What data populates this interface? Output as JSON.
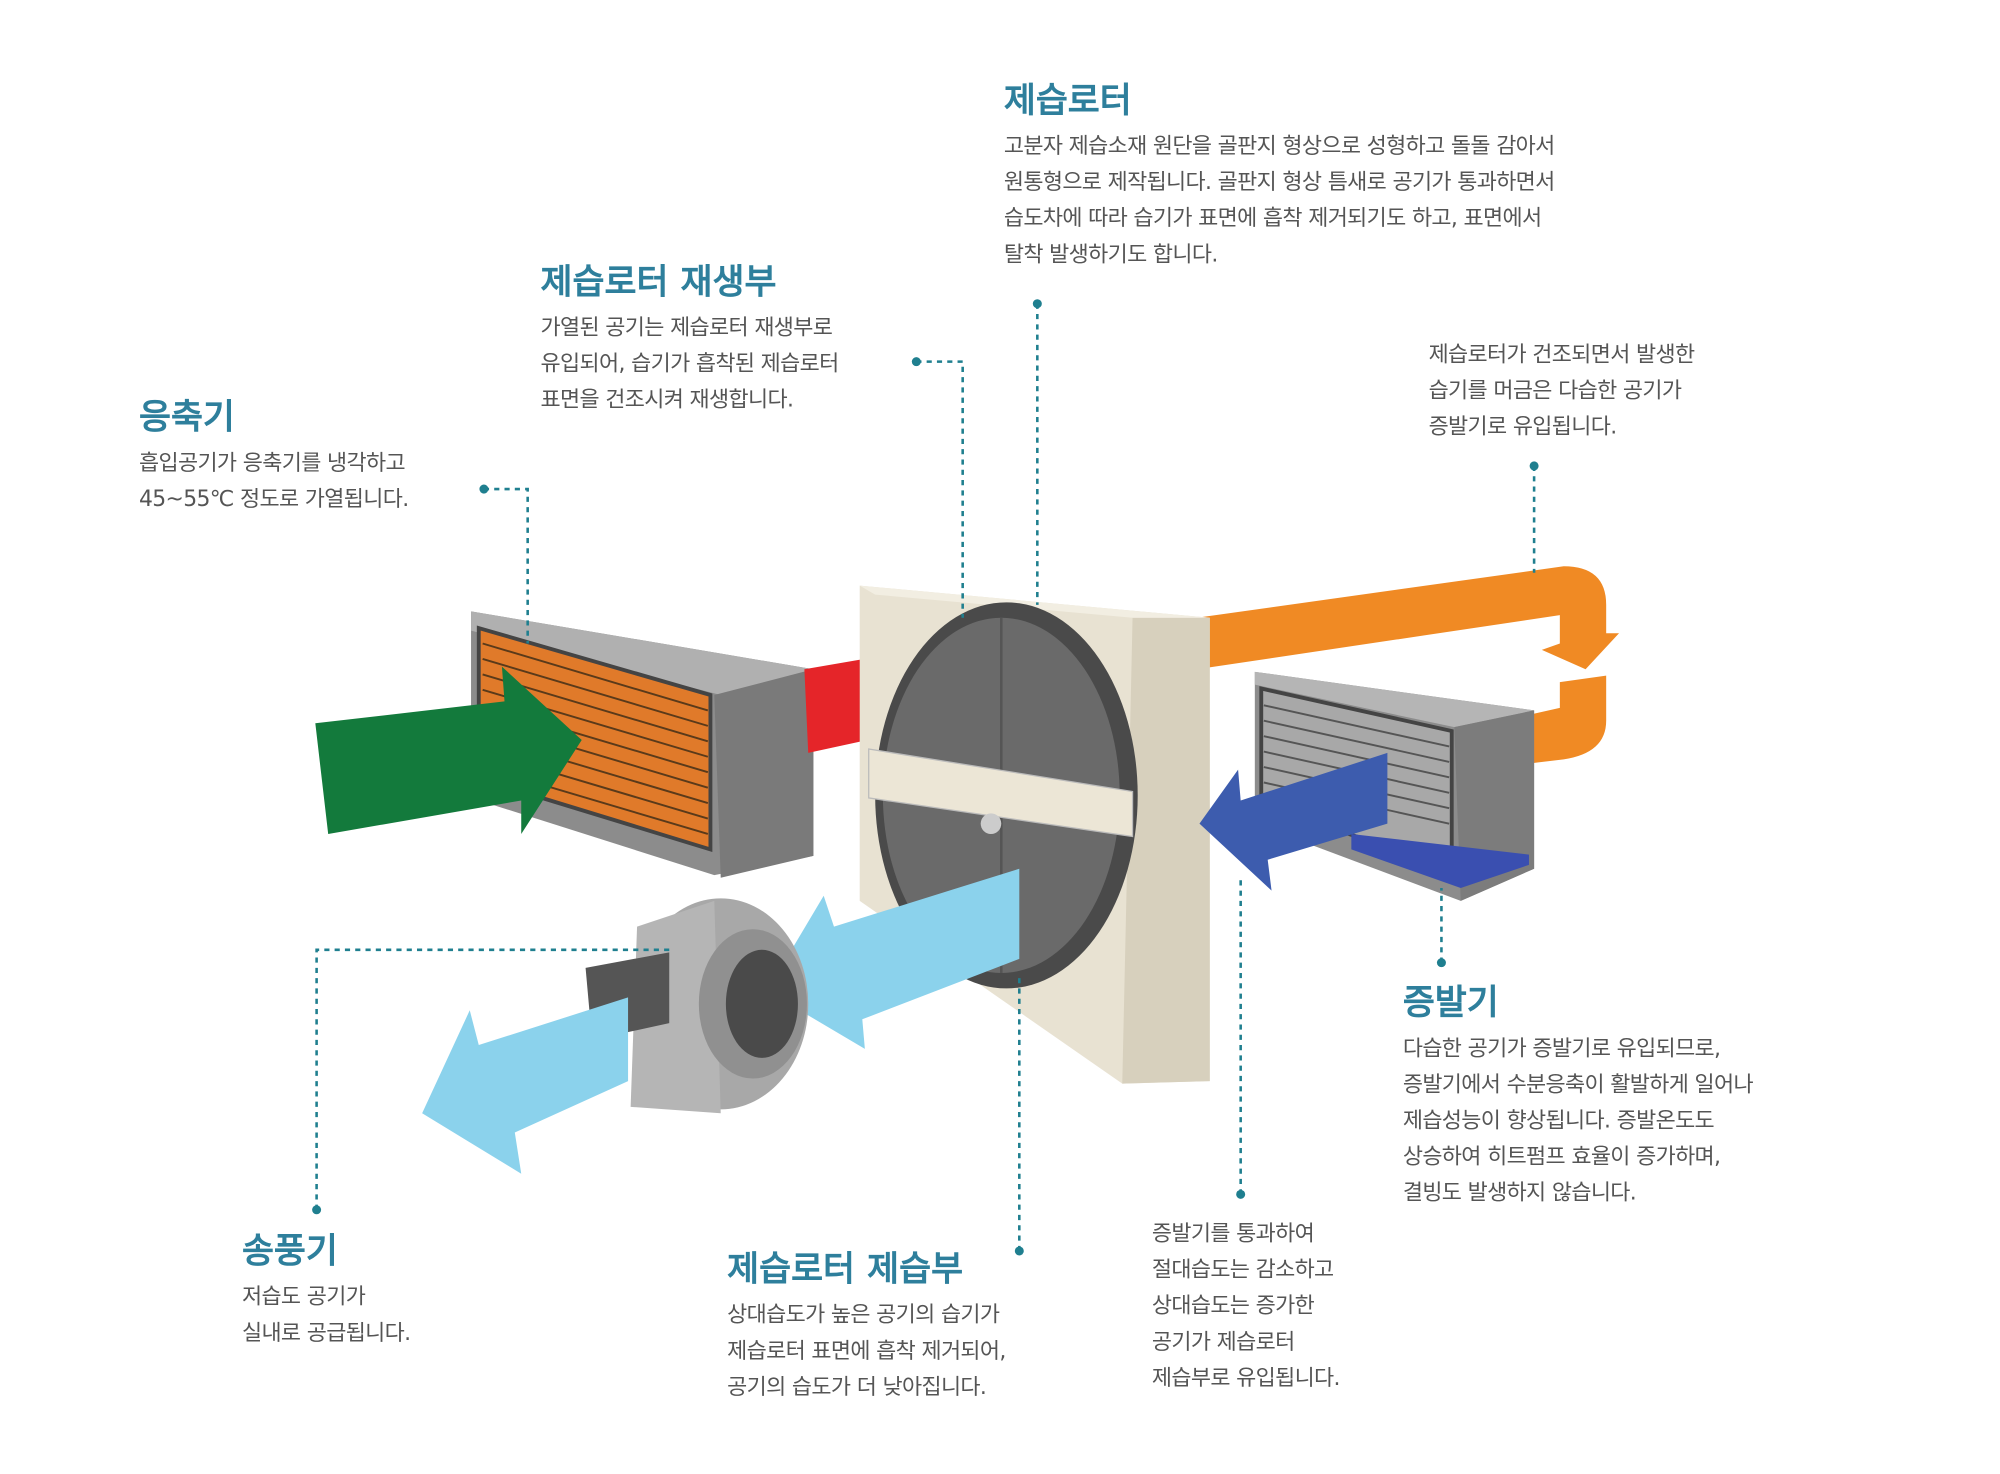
{
  "colors": {
    "title": "#2e7f9c",
    "body": "#555555",
    "leader": "#1f7f8f"
  },
  "sections": {
    "rotor": {
      "title": "제습로터",
      "lines": [
        "고분자 제습소재 원단을 골판지 형상으로 성형하고 돌돌 감아서",
        "원통형으로 제작됩니다. 골판지 형상 틈새로 공기가 통과하면서",
        "습도차에 따라 습기가 표면에 흡착 제거되기도 하고, 표면에서",
        "탈착 발생하기도 합니다."
      ]
    },
    "regen": {
      "title": "제습로터 재생부",
      "lines": [
        "가열된 공기는 제습로터 재생부로",
        "유입되어, 습기가 흡착된 제습로터",
        "표면을 건조시켜 재생합니다."
      ]
    },
    "condenser": {
      "title": "응축기",
      "lines": [
        "흡입공기가 응축기를 냉각하고",
        "45~55℃ 정도로 가열됩니다."
      ]
    },
    "humid_air": {
      "lines": [
        "제습로터가 건조되면서 발생한",
        "습기를 머금은 다습한 공기가",
        "증발기로 유입됩니다."
      ]
    },
    "evaporator": {
      "title": "증발기",
      "lines": [
        "다습한 공기가 증발기로 유입되므로,",
        "증발기에서 수분응축이 활발하게 일어나",
        "제습성능이 향상됩니다. 증발온도도",
        "상승하여 히트펌프 효율이 증가하며,",
        "결빙도 발생하지 않습니다."
      ]
    },
    "fan": {
      "title": "송풍기",
      "lines": [
        "저습도 공기가",
        "실내로 공급됩니다."
      ]
    },
    "dehum": {
      "title": "제습로터 제습부",
      "lines": [
        "상대습도가 높은 공기의 습기가",
        "제습로터 표면에 흡착 제거되어,",
        "공기의 습도가 더 낮아집니다."
      ]
    },
    "evap_pass": {
      "lines": [
        "증발기를 통과하여",
        "절대습도는 감소하고",
        "상대습도는 증가한",
        "공기가 제습로터",
        "제습부로 유입됩니다."
      ]
    }
  }
}
